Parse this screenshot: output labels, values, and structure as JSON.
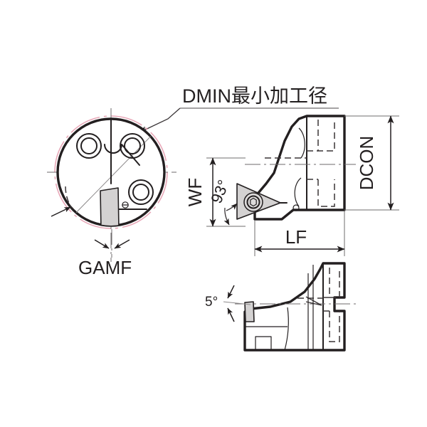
{
  "diagram": {
    "title_callout": "DMIN最小加工径",
    "views": {
      "front_circular": {
        "name": "front-end-view",
        "labels": {
          "gamf": "GAMF"
        }
      },
      "side": {
        "name": "side-view",
        "labels": {
          "wf": "WF",
          "dcon": "DCON",
          "lf": "LF",
          "angle_93": "93°"
        }
      },
      "bottom": {
        "name": "bottom-view",
        "labels": {
          "angle_5": "5°"
        }
      }
    },
    "icons": {
      "arrow_leader": "arrow-head-icon",
      "dim_arrow": "dimension-arrow-icon"
    },
    "colors": {
      "line": "#231f20",
      "hidden": "#3a3537",
      "center": "#6e6a6b",
      "dmin_circle": "#e8a8b8",
      "insert_fill": "#d4d2d2",
      "background": "#ffffff"
    }
  }
}
